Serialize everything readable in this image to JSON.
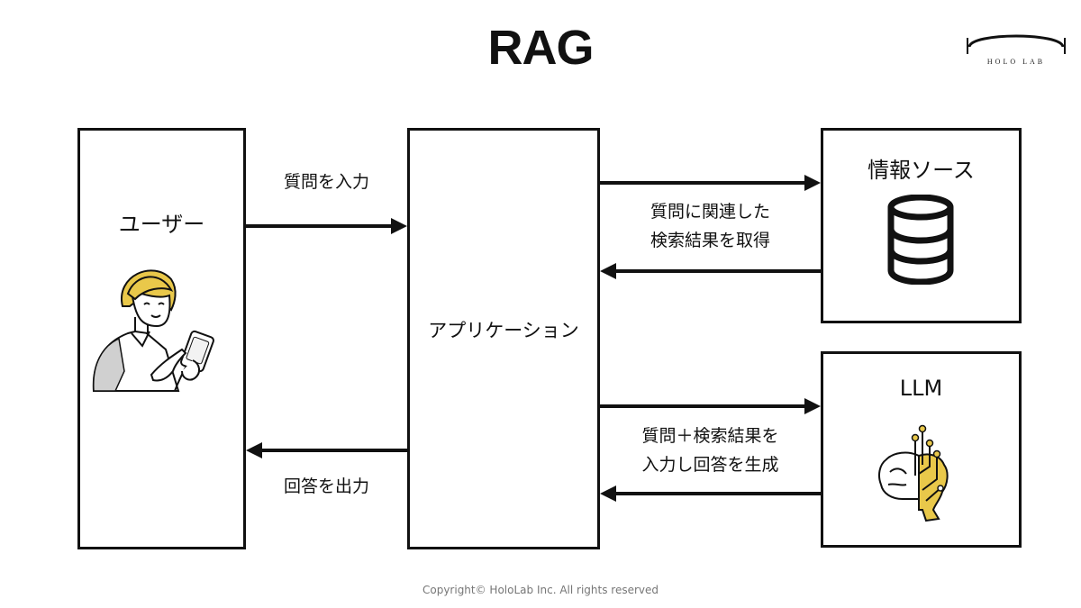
{
  "title": "RAG",
  "logo": {
    "text": "HOLO LAB"
  },
  "nodes": {
    "user": {
      "label": "ユーザー"
    },
    "app": {
      "label": "アプリケーション"
    },
    "source": {
      "label": "情報ソース"
    },
    "llm": {
      "label": "LLM"
    }
  },
  "arrows": {
    "user_to_app": "質問を入力",
    "app_to_user": "回答を出力",
    "source_line1": "質問に関連した",
    "source_line2": "検索結果を取得",
    "llm_line1": "質問＋検索結果を",
    "llm_line2": "入力し回答を生成"
  },
  "icons": {
    "user_illustration": "woman-with-smartphone-icon",
    "source_icon": "database-icon",
    "llm_icon": "ai-brain-circuit-icon"
  },
  "colors": {
    "accent": "#E9C84A",
    "line": "#111111"
  },
  "footer": {
    "copyright": "Copyright© HoloLab Inc. All rights reserved"
  }
}
